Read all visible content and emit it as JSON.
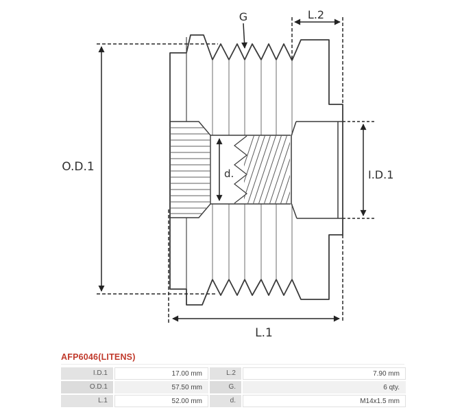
{
  "product": {
    "title": "AFP6046(LITENS)"
  },
  "diagram": {
    "type": "alternator-freewheel-pulley-cross-section",
    "labels": {
      "od1": "O.D.1",
      "id1": "I.D.1",
      "l1": "L.1",
      "l2": "L.2",
      "g": "G",
      "d": "d."
    }
  },
  "spec_table": {
    "rows": [
      {
        "k1": "I.D.1",
        "v1": "17.00 mm",
        "k2": "L.2",
        "v2": "7.90 mm"
      },
      {
        "k1": "O.D.1",
        "v1": "57.50 mm",
        "k2": "G.",
        "v2": "6 qty."
      },
      {
        "k1": "L.1",
        "v1": "52.00 mm",
        "k2": "d.",
        "v2": "M14x1.5 mm"
      }
    ]
  },
  "colors": {
    "accent": "#c0392b",
    "line": "#333333"
  }
}
